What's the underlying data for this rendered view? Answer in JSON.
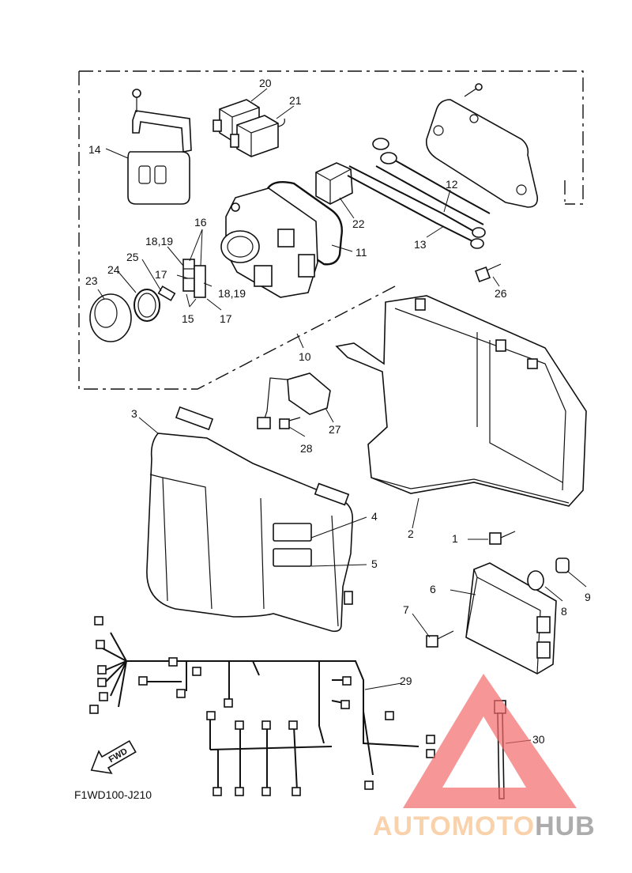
{
  "diagram_code": "F1WD100-J210",
  "fwd_label": "FWD",
  "callouts": {
    "c1": "1",
    "c2": "2",
    "c3": "3",
    "c4": "4",
    "c5": "5",
    "c6": "6",
    "c7": "7",
    "c8": "8",
    "c9": "9",
    "c10": "10",
    "c11": "11",
    "c12": "12",
    "c13": "13",
    "c14": "14",
    "c15": "15",
    "c16": "16",
    "c17a": "17",
    "c17b": "17",
    "c1819a": "18,19",
    "c1819b": "18,19",
    "c20": "20",
    "c21": "21",
    "c22": "22",
    "c23": "23",
    "c24": "24",
    "c25": "25",
    "c26": "26",
    "c27": "27",
    "c28": "28",
    "c29": "29",
    "c30": "30"
  },
  "watermark": {
    "part1": "AUTOMOTO",
    "part2": "HUB",
    "color_accent": "#f7c08a",
    "color_red": "#f26a6a",
    "color_dark": "#8a8a8a"
  }
}
